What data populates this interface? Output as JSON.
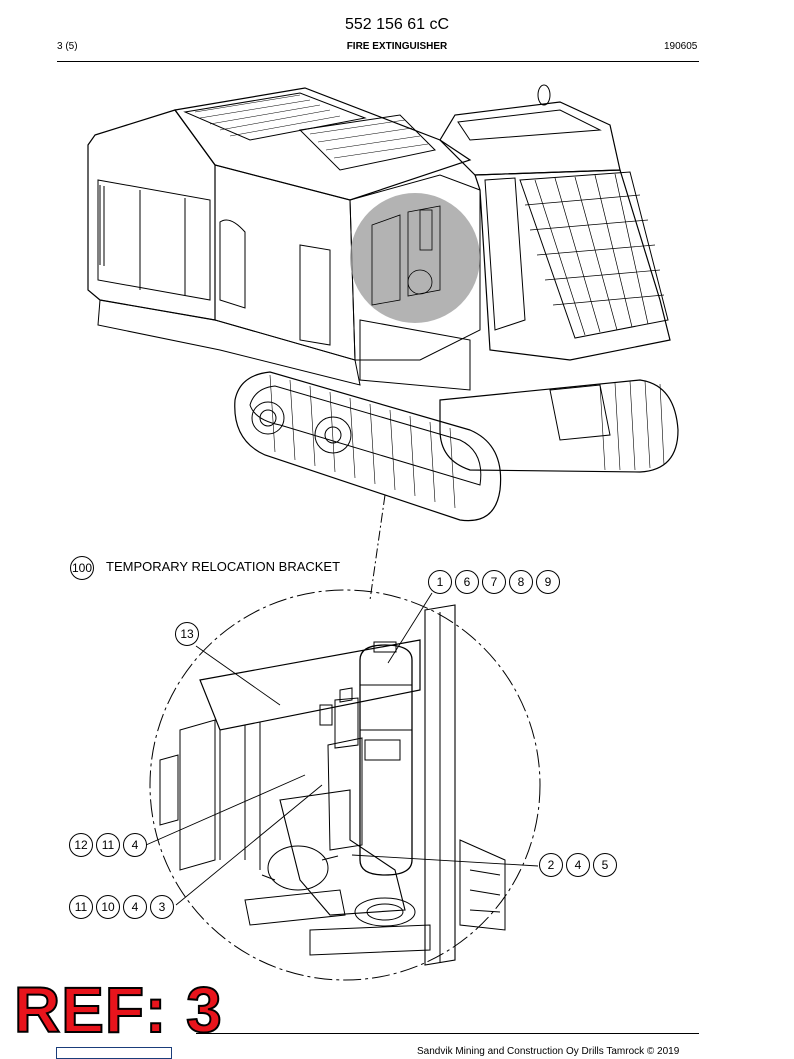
{
  "header": {
    "doc_number": "552 156 61 cC",
    "page_index": "3 (5)",
    "title": "FIRE EXTINGUISHER",
    "date": "190605"
  },
  "caption": {
    "number": "100",
    "text": "TEMPORARY RELOCATION BRACKET"
  },
  "callouts": {
    "group_top": [
      "1",
      "6",
      "7",
      "8",
      "9"
    ],
    "group_13": [
      "13"
    ],
    "group_mid_left": [
      "12",
      "11",
      "4"
    ],
    "group_bottom_left": [
      "11",
      "10",
      "4",
      "3"
    ],
    "group_right": [
      "2",
      "4",
      "5"
    ]
  },
  "stamp": {
    "text": "REF: 3"
  },
  "footer": {
    "copyright": "Sandvik Mining and Construction Oy Drills Tamrock © 2019"
  },
  "colors": {
    "stamp": "#e8141c",
    "highlight": "#9a9a9a",
    "line": "#000000"
  }
}
